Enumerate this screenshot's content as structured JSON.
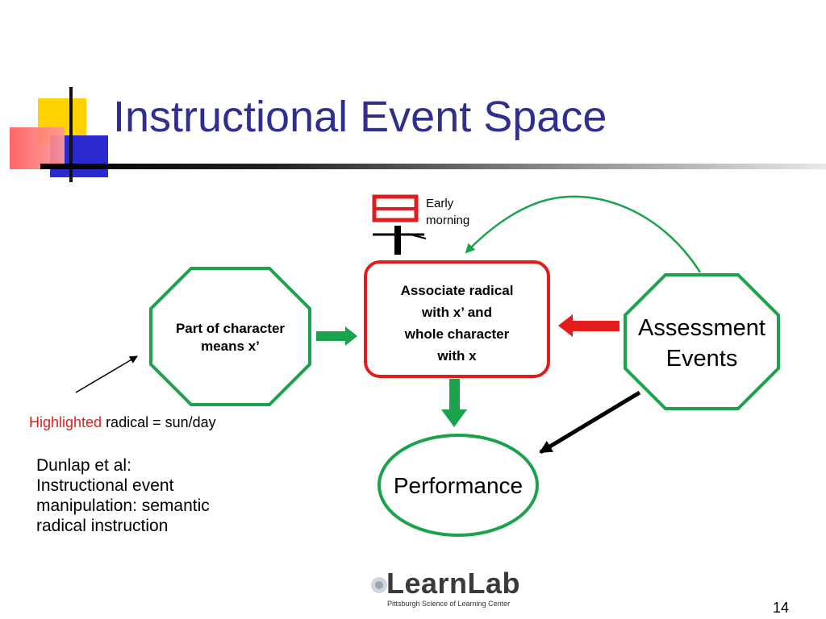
{
  "slide": {
    "title": "Instructional Event Space",
    "page_number": "14"
  },
  "character": {
    "gloss_line1": "Early",
    "gloss_line2": "morning"
  },
  "nodes": {
    "part_of_character": {
      "line1": "Part of character",
      "line2": "means x’"
    },
    "associate": {
      "line1": "Associate radical",
      "line2": "with x’ and",
      "line3": "whole character",
      "line4": "with x"
    },
    "assessment": {
      "line1": "Assessment",
      "line2": "Events"
    },
    "performance": {
      "label": "Performance"
    }
  },
  "annotation": {
    "highlighted_word": "Highlighted",
    "rest": " radical = sun/day"
  },
  "citation": {
    "line1": "Dunlap et al:",
    "line2": "Instructional event",
    "line3": "manipulation: semantic",
    "line4": "radical instruction"
  },
  "logo": {
    "name": "LearnLab",
    "subtitle": "Pittsburgh Science of Learning Center"
  },
  "colors": {
    "title": "#2f2f8f",
    "node_green": "#1aa34a",
    "node_red": "#e21b1b",
    "arrow_green": "#1aa34a",
    "arrow_red": "#e21b1b",
    "highlight_red": "#e21b1b"
  }
}
